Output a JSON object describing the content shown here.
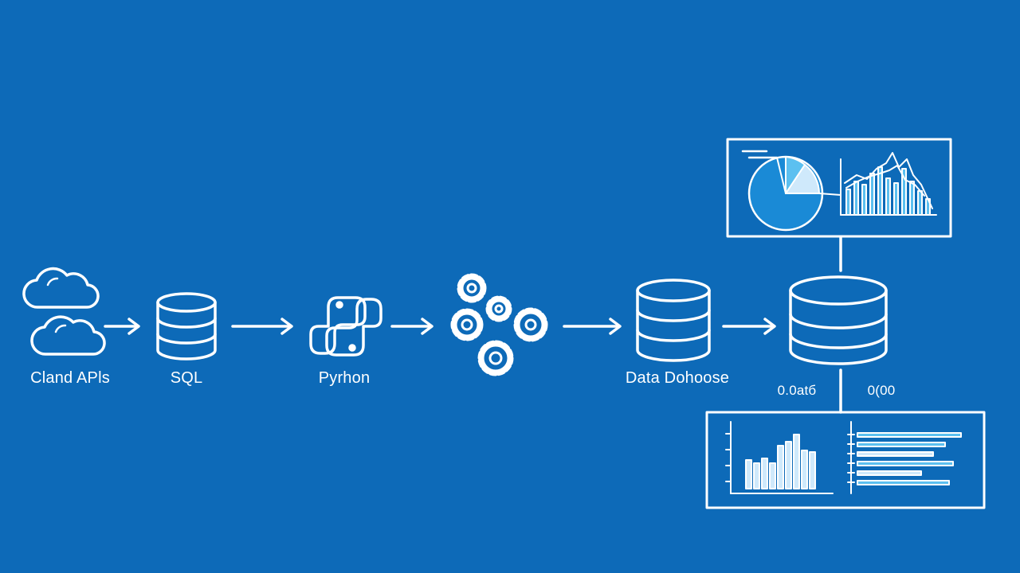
{
  "colors": {
    "background": "#0d6ab8",
    "line": "#ffffff",
    "accent": "#5cc0f0",
    "pale": "#cfe9fb"
  },
  "nodes": [
    {
      "id": "cloud-apis",
      "icon": "cloud-icon",
      "label": "Cland APls"
    },
    {
      "id": "sql",
      "icon": "database-icon",
      "label": "SQL"
    },
    {
      "id": "python",
      "icon": "python-logo-icon",
      "label": "Pyrhon"
    },
    {
      "id": "processing",
      "icon": "gears-icon",
      "label": ""
    },
    {
      "id": "data-warehouse",
      "icon": "database-icon",
      "label": "Data Dohoose"
    },
    {
      "id": "analytics-store",
      "icon": "database-icon",
      "label": ""
    }
  ],
  "annotations": {
    "left": "0.0atб",
    "right": "0(00"
  },
  "dashboards": [
    {
      "id": "top-dashboard",
      "contents": [
        "pie-chart-icon",
        "line-bar-chart-icon"
      ]
    },
    {
      "id": "bottom-dashboard",
      "contents": [
        "bar-chart-icon",
        "horizontal-bar-chart-icon"
      ]
    }
  ]
}
